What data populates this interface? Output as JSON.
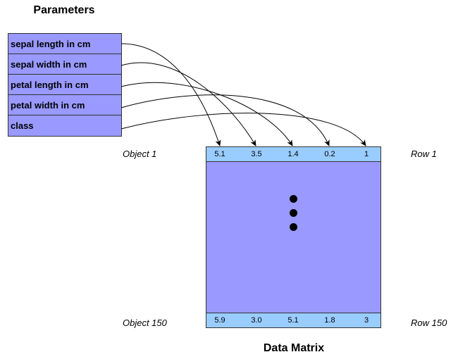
{
  "parameters_title": "Parameters",
  "parameters": [
    "sepal length in cm",
    "sepal width in cm",
    "petal length in cm",
    "petal width in cm",
    "class"
  ],
  "matrix_title": "Data Matrix",
  "first_row": {
    "object_label": "Object 1",
    "row_label": "Row 1",
    "values": [
      "5.1",
      "3.5",
      "1.4",
      "0.2",
      "1"
    ]
  },
  "last_row": {
    "object_label": "Object 150",
    "row_label": "Row 150",
    "values": [
      "5.9",
      "3.0",
      "5.1",
      "1.8",
      "3"
    ]
  },
  "colors": {
    "param_fill": "#9999ff",
    "matrix_fill": "#9999ff",
    "row_fill": "#99ccff",
    "stroke": "#333333"
  }
}
